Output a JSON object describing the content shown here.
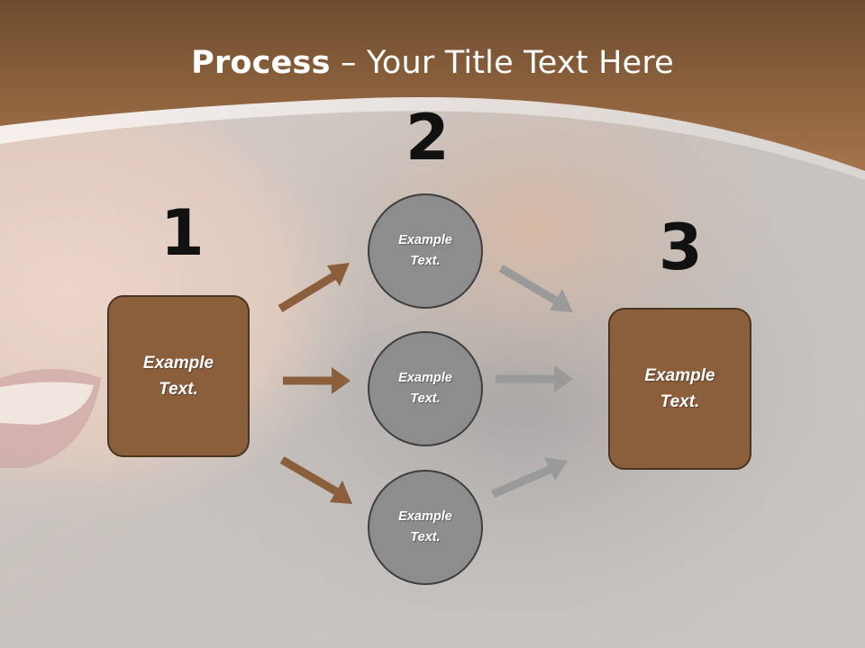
{
  "title": {
    "bold": "Process",
    "rest": " – Your Title Text Here"
  },
  "steps": [
    {
      "number": "1",
      "text_line1": "Example",
      "text_line2": "Text."
    },
    {
      "number": "2"
    },
    {
      "number": "3",
      "text_line1": "Example",
      "text_line2": "Text."
    }
  ],
  "circles": [
    {
      "text_line1": "Example",
      "text_line2": "Text."
    },
    {
      "text_line1": "Example",
      "text_line2": "Text."
    },
    {
      "text_line1": "Example",
      "text_line2": "Text."
    }
  ],
  "colors": {
    "brand_brown": "#8b5e3c",
    "circle_gray": "#8d8d8d",
    "arrow_brown": "#8b5e3c",
    "arrow_gray": "#9a9a9a"
  }
}
